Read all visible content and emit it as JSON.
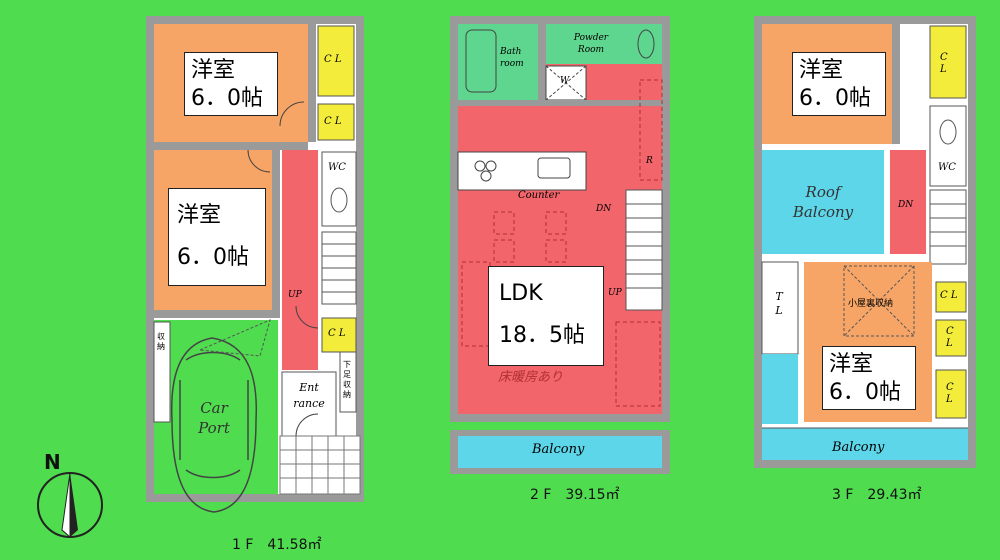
{
  "floors": [
    {
      "level": "1F",
      "area_label": "1 F　41.58㎡",
      "rooms": [
        {
          "name": "洋室",
          "size": "6．0帖"
        },
        {
          "name": "洋室",
          "size": "6．0帖"
        }
      ],
      "labels": {
        "cl1": "C L",
        "cl2": "C L",
        "cl3": "C L",
        "wc": "WC",
        "up": "UP",
        "entrance": "Ent rance",
        "carport": "Car Port",
        "storage_left": "収納",
        "shoes": "下足収納"
      }
    },
    {
      "level": "2F",
      "area_label": "2 F　39.15㎡",
      "rooms": [
        {
          "name": "LDK",
          "size": "18．5帖"
        }
      ],
      "labels": {
        "bathroom": "Bath room",
        "powder_room": "Powder Room",
        "w": "W",
        "counter": "Counter",
        "dn": "DN",
        "up": "UP",
        "floor_heating": "床暖房あり",
        "balcony": "Balcony",
        "r": "R"
      }
    },
    {
      "level": "3F",
      "area_label": "3 F　29.43㎡",
      "rooms": [
        {
          "name": "洋室",
          "size": "6．0帖"
        },
        {
          "name": "洋室",
          "size": "6．0帖"
        }
      ],
      "labels": {
        "cl1": "C L",
        "cl2": "C L",
        "cl3": "C L",
        "cl4": "C L",
        "wc": "WC",
        "roof_balcony": "Roof Balcony",
        "dn": "DN",
        "tl": "T L",
        "loft": "小屋裏収納",
        "balcony": "Balcony"
      }
    }
  ],
  "compass": {
    "label": "N",
    "icon": "north-arrow-icon"
  },
  "colors": {
    "background": "#4fdc4f",
    "room_orange": "#f6a566",
    "corridor_red": "#f2656b",
    "closet_yellow": "#f3ec3a",
    "balcony_blue": "#5ed6ea",
    "wet_area_green": "#5fd68f",
    "wall_gray": "#9a9a9a",
    "white": "#ffffff"
  }
}
